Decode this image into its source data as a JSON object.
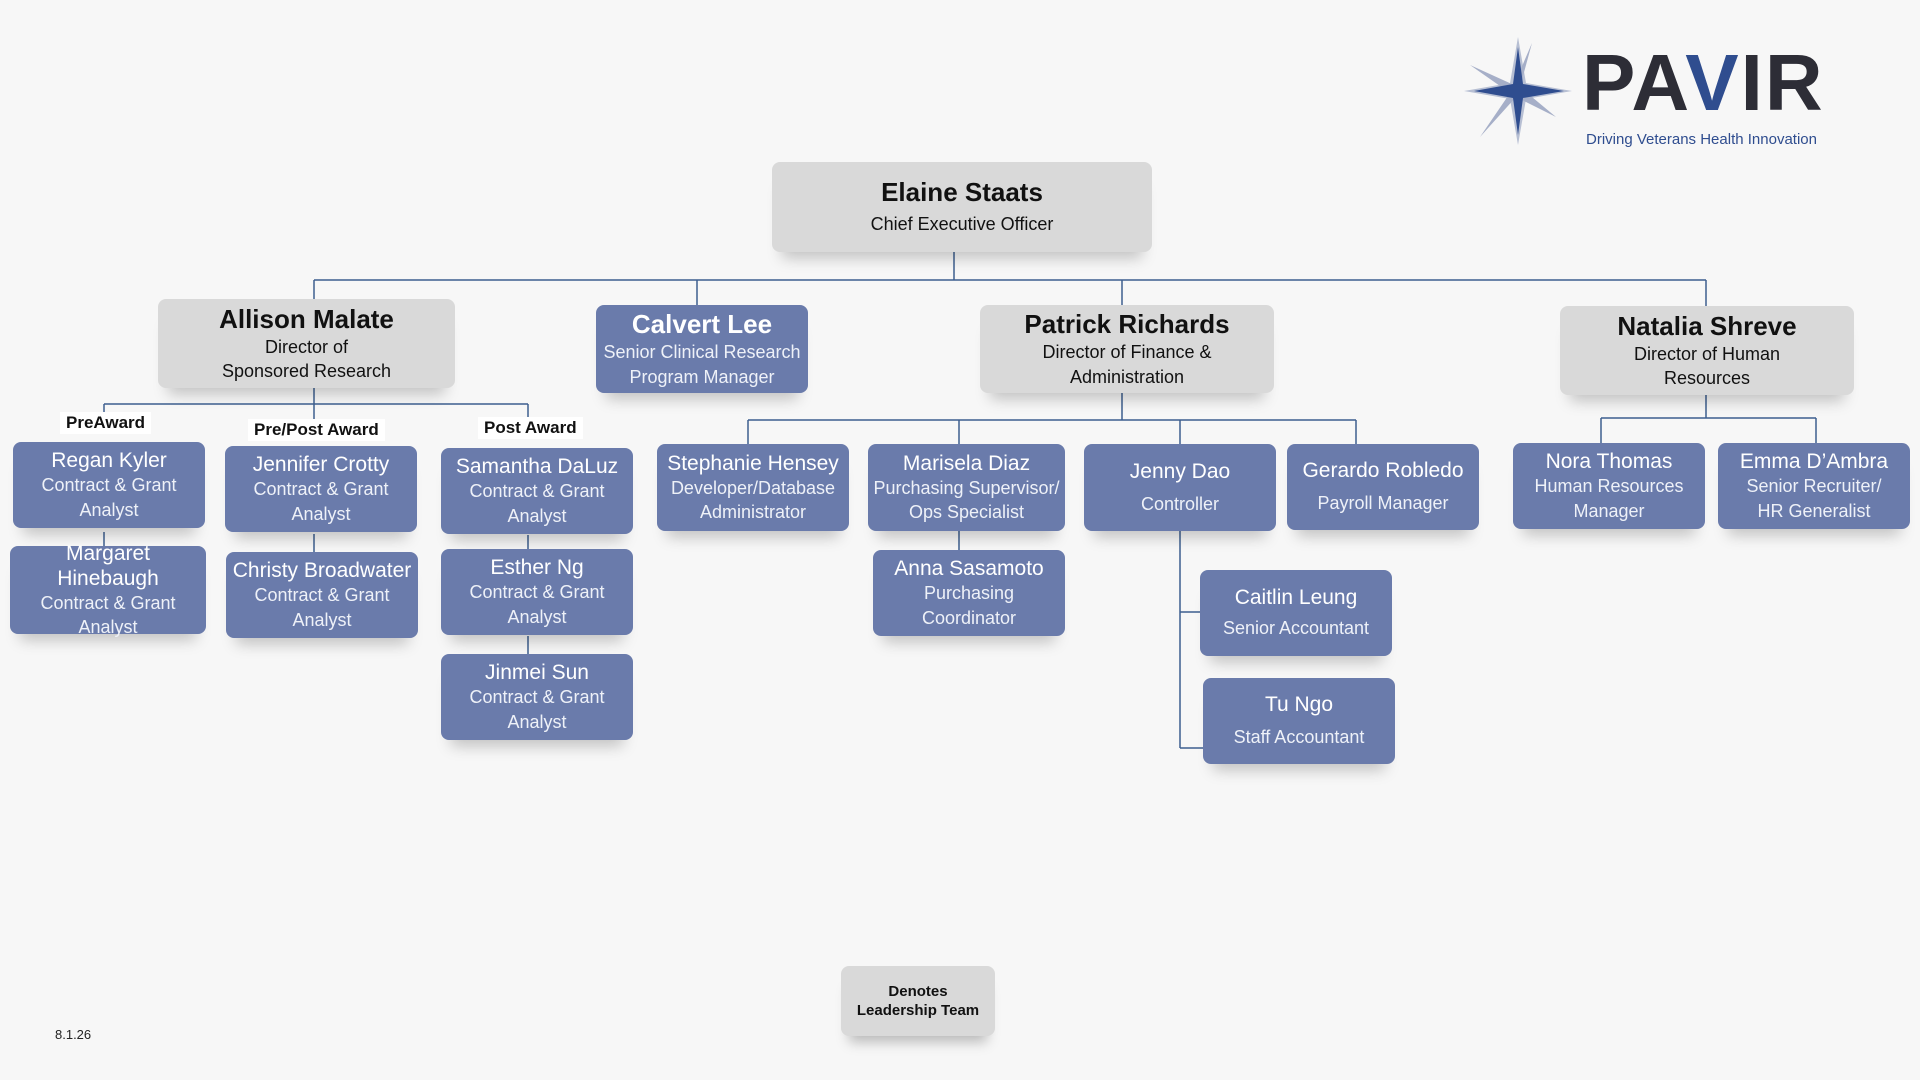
{
  "logo": {
    "word_a": "PA",
    "word_v": "V",
    "word_b": "IR",
    "tagline": "Driving Veterans Health Innovation",
    "accent": "#2f4d8f"
  },
  "ceo": {
    "name": "Elaine Staats",
    "title": "Chief Executive Officer"
  },
  "leaders": [
    {
      "name": "Allison Malate",
      "title": "Director of\nSponsored Research"
    },
    {
      "name": "Calvert Lee",
      "title": "Senior Clinical Research\nProgram Manager"
    },
    {
      "name": "Patrick Richards",
      "title": "Director of Finance &\nAdministration"
    },
    {
      "name": "Natalia Shreve",
      "title": "Director of Human\nResources"
    }
  ],
  "sections": [
    "PreAward",
    "Pre/Post Award",
    "Post Award"
  ],
  "staff": [
    {
      "name": "Regan Kyler",
      "title": "Contract & Grant\nAnalyst"
    },
    {
      "name": "Margaret Hinebaugh",
      "title": "Contract & Grant\nAnalyst"
    },
    {
      "name": "Jennifer Crotty",
      "title": "Contract & Grant\nAnalyst"
    },
    {
      "name": "Christy Broadwater",
      "title": "Contract & Grant\nAnalyst"
    },
    {
      "name": "Samantha DaLuz",
      "title": "Contract & Grant\nAnalyst"
    },
    {
      "name": "Esther Ng",
      "title": "Contract & Grant\nAnalyst"
    },
    {
      "name": "Jinmei Sun",
      "title": "Contract & Grant\nAnalyst"
    },
    {
      "name": "Stephanie Hensey",
      "title": "Developer/Database\nAdministrator"
    },
    {
      "name": "Marisela Diaz",
      "title": "Purchasing Supervisor/\nOps Specialist"
    },
    {
      "name": "Anna Sasamoto",
      "title": "Purchasing\nCoordinator"
    },
    {
      "name": "Jenny Dao",
      "title": "Controller"
    },
    {
      "name": "Caitlin Leung",
      "title": "Senior Accountant"
    },
    {
      "name": "Tu Ngo",
      "title": "Staff Accountant"
    },
    {
      "name": "Gerardo Robledo",
      "title": "Payroll Manager"
    },
    {
      "name": "Nora Thomas",
      "title": "Human Resources\nManager"
    },
    {
      "name": "Emma D’Ambra",
      "title": "Senior Recruiter/\nHR Generalist"
    }
  ],
  "legend": {
    "line1": "Denotes",
    "line2": "Leadership Team"
  },
  "version": "8.1.26",
  "colors": {
    "leadership_box": "#d9d9d9",
    "staff_box": "#6a7bab",
    "connector": "#3d5f8f",
    "background": "#f7f7f7"
  }
}
